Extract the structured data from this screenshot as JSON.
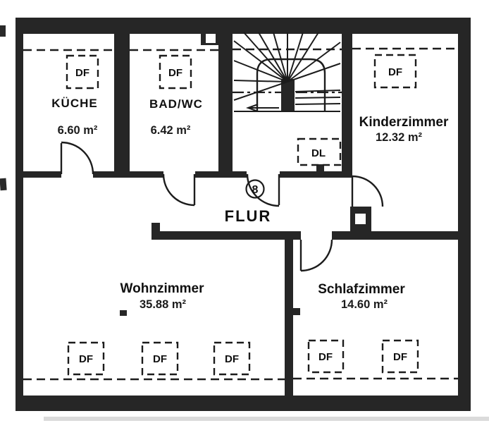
{
  "plan": {
    "rooms": {
      "kueche": {
        "name": "KÜCHE",
        "area": "6.60 m²"
      },
      "bad_wc": {
        "name": "BAD/WC",
        "area": "6.42 m²"
      },
      "kinderzimmer": {
        "name": "Kinderzimmer",
        "area": "12.32 m²"
      },
      "flur": {
        "name": "FLUR"
      },
      "wohnzimmer": {
        "name": "Wohnzimmer",
        "area": "35.88 m²"
      },
      "schlafzimmer": {
        "name": "Schlafzimmer",
        "area": "14.60 m²"
      }
    },
    "markers": {
      "df_label": "DF",
      "dl_label": "DL",
      "entrance_door_number": "8"
    },
    "colors": {
      "wall": "#262626",
      "line": "#1c1c1c",
      "background": "#ffffff"
    }
  }
}
